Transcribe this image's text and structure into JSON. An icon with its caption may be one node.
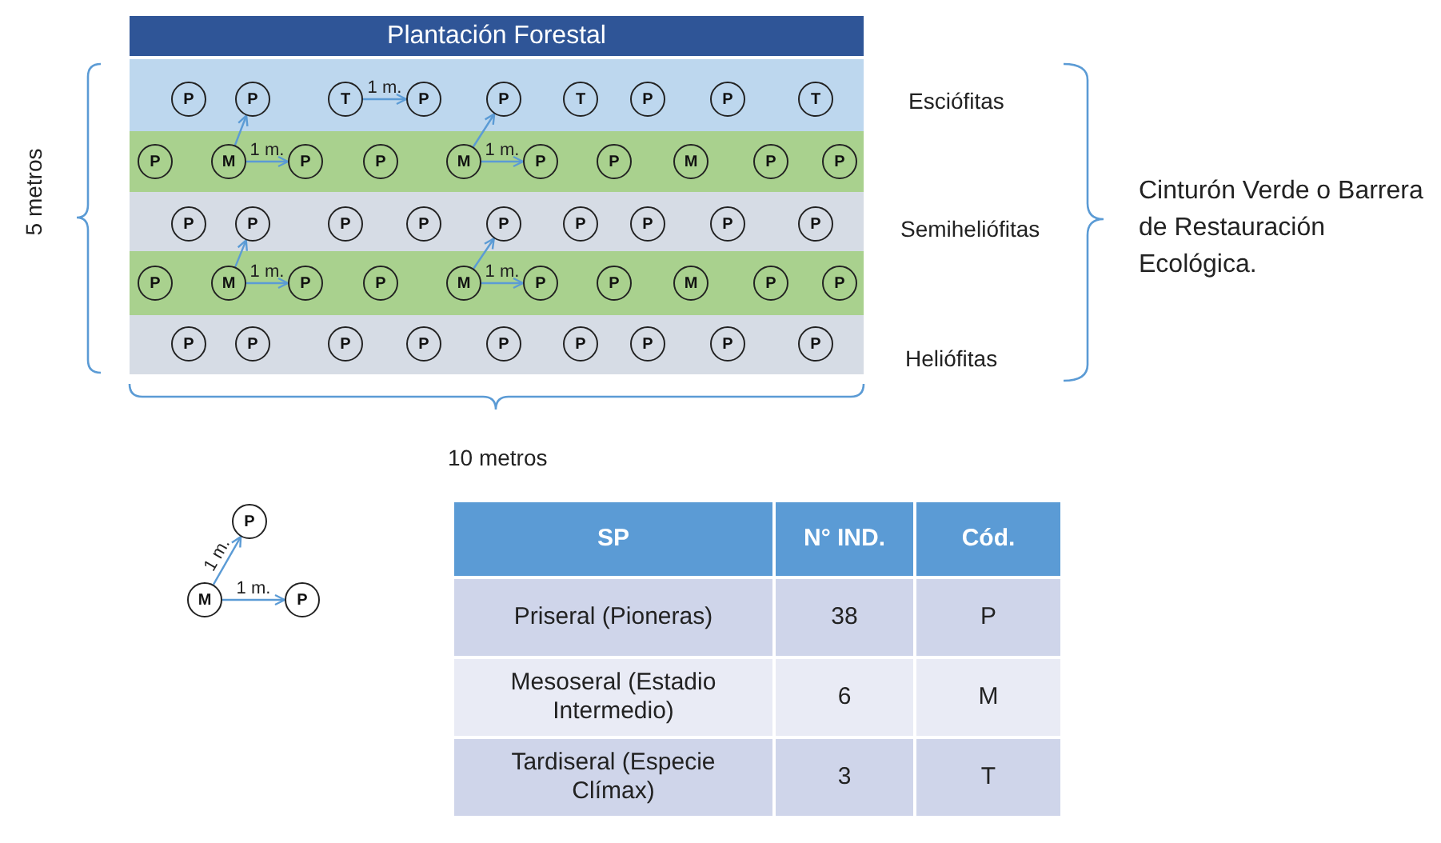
{
  "diagram": {
    "nodes": [
      {
        "text": [
          "Plantación Forestal"
        ]
      },
      {
        "text": [
          "P"
        ]
      },
      {
        "text": [
          "P"
        ]
      },
      {
        "text": [
          "T"
        ]
      },
      {
        "text": [
          "P"
        ]
      },
      {
        "text": [
          "P"
        ]
      },
      {
        "text": [
          "T"
        ]
      },
      {
        "text": [
          "P"
        ]
      },
      {
        "text": [
          "P"
        ]
      },
      {
        "text": [
          "T"
        ]
      },
      {
        "text": [
          "P"
        ]
      },
      {
        "text": [
          "M"
        ]
      },
      {
        "text": [
          "P"
        ]
      },
      {
        "text": [
          "P"
        ]
      },
      {
        "text": [
          "M"
        ]
      },
      {
        "text": [
          "P"
        ]
      },
      {
        "text": [
          "P"
        ]
      },
      {
        "text": [
          "M"
        ]
      },
      {
        "text": [
          "P"
        ]
      },
      {
        "text": [
          "P"
        ]
      },
      {
        "text": [
          "P"
        ]
      },
      {
        "text": [
          "P"
        ]
      },
      {
        "text": [
          "P"
        ]
      },
      {
        "text": [
          "P"
        ]
      },
      {
        "text": [
          "P"
        ]
      },
      {
        "text": [
          "P"
        ]
      },
      {
        "text": [
          "P"
        ]
      },
      {
        "text": [
          "P"
        ]
      },
      {
        "text": [
          "P"
        ]
      },
      {
        "text": [
          "P"
        ]
      },
      {
        "text": [
          "M"
        ]
      },
      {
        "text": [
          "P"
        ]
      },
      {
        "text": [
          "P"
        ]
      },
      {
        "text": [
          "M"
        ]
      },
      {
        "text": [
          "P"
        ]
      },
      {
        "text": [
          "P"
        ]
      },
      {
        "text": [
          "M"
        ]
      },
      {
        "text": [
          "P"
        ]
      },
      {
        "text": [
          "P"
        ]
      },
      {
        "text": [
          "P"
        ]
      },
      {
        "text": [
          "P"
        ]
      },
      {
        "text": [
          "P"
        ]
      },
      {
        "text": [
          "P"
        ]
      },
      {
        "text": [
          "P"
        ]
      },
      {
        "text": [
          "P"
        ]
      },
      {
        "text": [
          "P"
        ]
      },
      {
        "text": [
          "P"
        ]
      },
      {
        "text": [
          "P"
        ]
      },
      {
        "text": [
          "P"
        ]
      },
      {
        "text": [
          "M"
        ]
      },
      {
        "text": [
          "P"
        ]
      }
    ],
    "edges": [
      {
        "from": 3,
        "to": 4,
        "arrow": "to",
        "label": "1 m."
      },
      {
        "from": 11,
        "to": 2,
        "arrow": "to"
      },
      {
        "from": 11,
        "to": 12,
        "arrow": "to",
        "label": "1 m."
      },
      {
        "from": 14,
        "to": 5,
        "arrow": "to"
      },
      {
        "from": 14,
        "to": 15,
        "arrow": "to",
        "label": "1 m."
      },
      {
        "from": 30,
        "to": 21,
        "arrow": "to"
      },
      {
        "from": 30,
        "to": 31,
        "arrow": "to",
        "label": "1 m."
      },
      {
        "from": 33,
        "to": 24,
        "arrow": "to"
      },
      {
        "from": 33,
        "to": 34,
        "arrow": "to",
        "label": "1 m."
      },
      {
        "from": 49,
        "to": 48,
        "arrow": "to",
        "label": "1 m."
      },
      {
        "from": 49,
        "to": 50,
        "arrow": "to",
        "label": "1 m."
      }
    ],
    "labels": [
      "Esciófitas",
      "5 metros",
      "Cinturón Verde o Barrera de Restauración Ecológica.",
      "Semiheliófitas",
      "Heliófitas",
      "10 metros",
      "SP",
      "N° IND.",
      "Cód.",
      "Priseral (Pioneras)",
      "38",
      "P",
      "Mesoseral (Estadio Intermedio)",
      "6",
      "M",
      "Tardiseral (Especie Clímax)",
      "3",
      "T"
    ]
  }
}
